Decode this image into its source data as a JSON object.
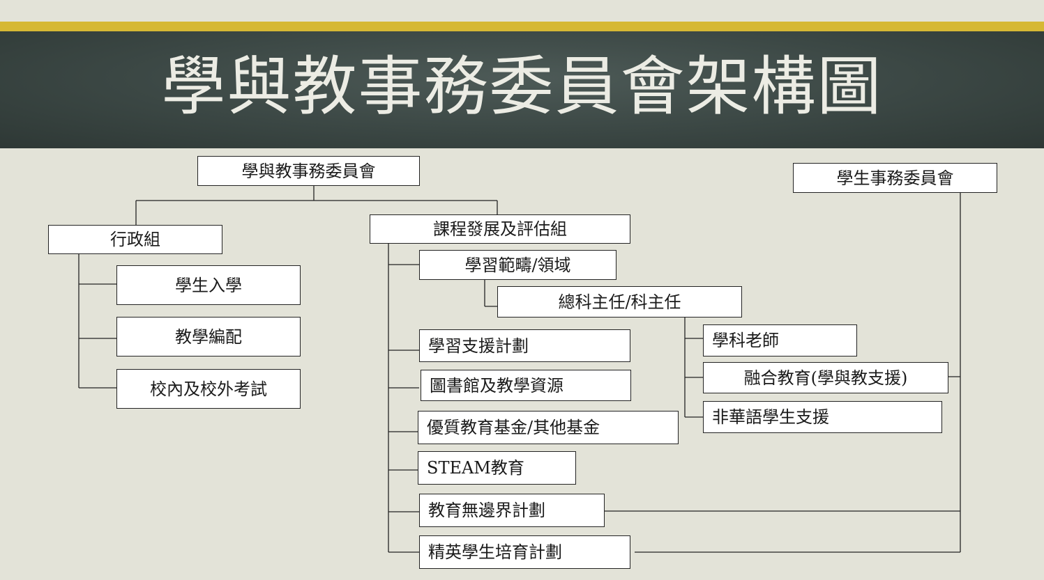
{
  "title": "學與教事務委員會架構圖",
  "colors": {
    "banner": "#3b4744",
    "accent": "#d6b834",
    "background": "#e3e3d8"
  },
  "nodes": {
    "root": "學與教事務委員會",
    "student_affairs": "學生事務委員會",
    "admin": "行政組",
    "admin_children": [
      "學生入學",
      "教學編配",
      "校內及校外考試"
    ],
    "curriculum": "課程發展及評估組",
    "kla": "學習範疇/領域",
    "panel_head": "總科主任/科主任",
    "panel_children": [
      "學科老師",
      "融合教育(學與教支援)",
      "非華語學生支援"
    ],
    "curriculum_children": [
      "學習支援計劃",
      "圖書館及教學資源",
      "優質教育基金/其他基金",
      "STEAM教育",
      "教育無邊界計劃",
      "精英學生培育計劃"
    ]
  }
}
